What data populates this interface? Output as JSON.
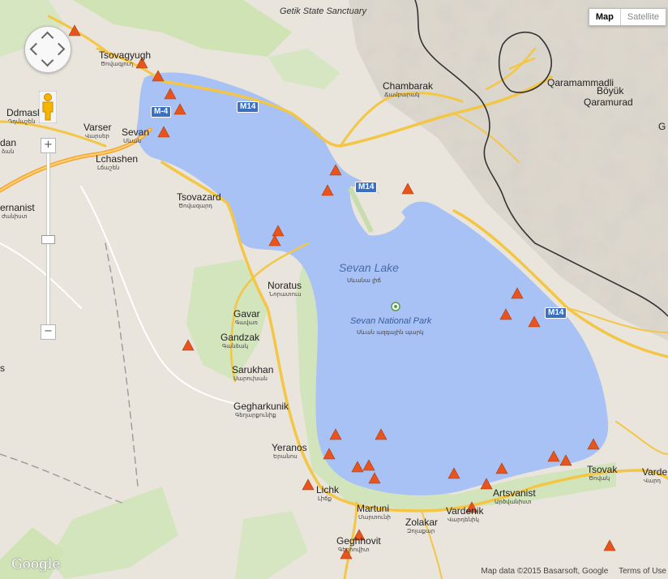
{
  "map_type": {
    "buttons": [
      {
        "label": "Map",
        "active": true
      },
      {
        "label": "Satellite",
        "active": false
      }
    ]
  },
  "zoom": {
    "in_label": "+",
    "out_label": "−"
  },
  "places": [
    {
      "name": "Tsovagyugh",
      "sub": "Ծովագյուղ"
    },
    {
      "name": "Ddmashen",
      "sub": "Դդմաշեն"
    },
    {
      "name": "Varser",
      "sub": "Վարսեր"
    },
    {
      "name": "Sevan",
      "sub": "Սևան"
    },
    {
      "name": "dan",
      "sub": "ձան"
    },
    {
      "name": "Lchashen",
      "sub": "Լճաշեն"
    },
    {
      "name": "Tsovazard",
      "sub": "Ծովազարդ"
    },
    {
      "name": "ernanist",
      "sub": "ժանիստ"
    },
    {
      "name": "Chambarak",
      "sub": "Ճամբարակ"
    },
    {
      "name": "Qaramammadli",
      "sub": ""
    },
    {
      "name": "Böyük",
      "sub": ""
    },
    {
      "name": "Qaramurad",
      "sub": ""
    },
    {
      "name": "G",
      "sub": ""
    },
    {
      "name": "Noratus",
      "sub": "Նորատուս"
    },
    {
      "name": "Gavar",
      "sub": "Գավառ"
    },
    {
      "name": "Gandzak",
      "sub": "Գանձակ"
    },
    {
      "name": "Sarukhan",
      "sub": "Սարուխան"
    },
    {
      "name": "Gegharkunik",
      "sub": "Գեղարքունիք"
    },
    {
      "name": "Yeranos",
      "sub": "Երանոս"
    },
    {
      "name": "Lichk",
      "sub": "Լիճք"
    },
    {
      "name": "Martuni",
      "sub": "Մարտունի"
    },
    {
      "name": "Zolakar",
      "sub": "Զոլաքար"
    },
    {
      "name": "Vardenik",
      "sub": "Վարդենիկ"
    },
    {
      "name": "Artsvanist",
      "sub": "Արծվանիստ"
    },
    {
      "name": "Tsovak",
      "sub": "Ծովակ"
    },
    {
      "name": "Varde",
      "sub": "Վարդ"
    },
    {
      "name": "Geghhovit",
      "sub": "Գեղհովիտ"
    },
    {
      "name": "s",
      "sub": ""
    }
  ],
  "water": {
    "lake_name": "Sevan Lake",
    "lake_sub": "Սևանա լիճ",
    "park_name": "Sevan National Park",
    "park_sub": "Սևան ազգային պարկ"
  },
  "sanctuary": "Getik State Sanctuary",
  "roads": [
    "M-4",
    "M14",
    "M14",
    "M14"
  ],
  "logo": "Google",
  "attribution": {
    "data": "Map data ©2015 Basarsoft, Google",
    "terms": "Terms of Use"
  },
  "colors": {
    "water": "#a8c2f5",
    "land": "#e9e5dc",
    "green": "#cfe3b5",
    "road": "#f3c645",
    "highway": "#f6a52d",
    "marker": "#e8541b",
    "border": "#333333"
  },
  "marker_count": 40
}
